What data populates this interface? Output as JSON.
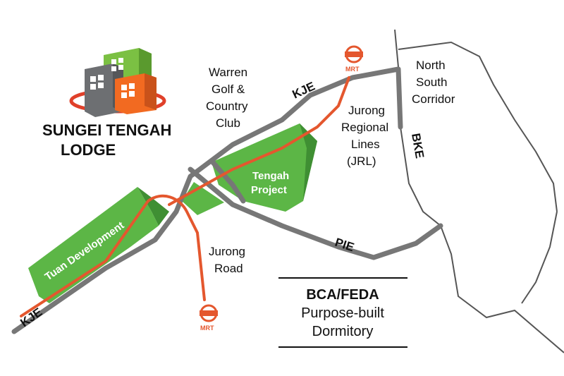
{
  "colors": {
    "road": "#777777",
    "boundary": "#555555",
    "mrt_line": "#e4572e",
    "green_zone": "#5cb646",
    "green_dark": "#3f8f33",
    "logo_green": "#7bc043",
    "logo_gray": "#6d6f72",
    "logo_orange": "#f26a21",
    "logo_red": "#e0402a"
  },
  "brand": {
    "name_line1": "SUNGEI TENGAH",
    "name_line2": "LODGE"
  },
  "places": {
    "warren_line1": "Warren",
    "warren_line2": "Golf &",
    "warren_line3": "Country",
    "warren_line4": "Club",
    "nsc_line1": "North",
    "nsc_line2": "South",
    "nsc_line3": "Corridor",
    "jrl_line1": "Jurong",
    "jrl_line2": "Regional",
    "jrl_line3": "Lines",
    "jrl_line4": "(JRL)",
    "jurong_road_line1": "Jurong",
    "jurong_road_line2": "Road"
  },
  "zones": {
    "tengah_line1": "Tengah",
    "tengah_line2": "Project",
    "tuan": "Tuan Development"
  },
  "roads": {
    "kje_top": "KJE",
    "kje_bottom": "KJE",
    "bke": "BKE",
    "pie": "PIE"
  },
  "mrt": {
    "top_label": "MRT",
    "bottom_label": "MRT"
  },
  "note": {
    "line1": "BCA/FEDA",
    "line2": "Purpose-built",
    "line3": "Dormitory"
  }
}
